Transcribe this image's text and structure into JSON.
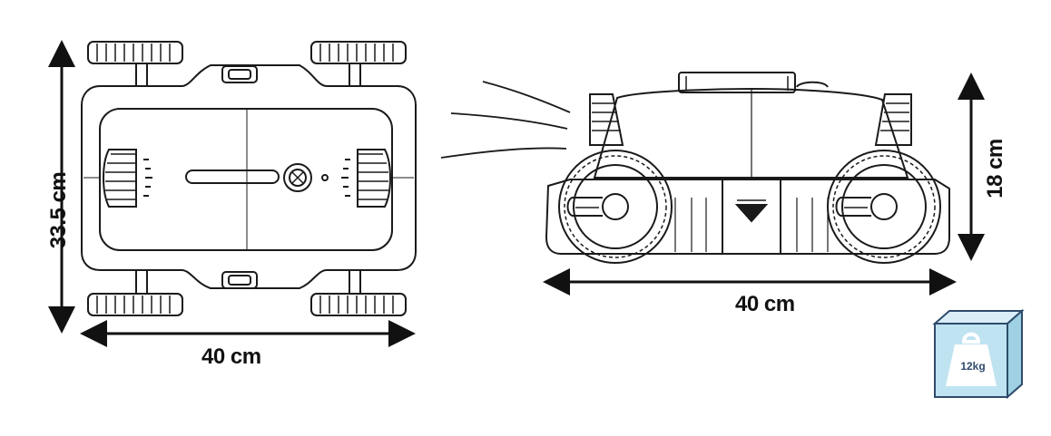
{
  "dimensions": {
    "top_view_width": "40 cm",
    "top_view_depth": "33.5 cm",
    "side_view_width": "40 cm",
    "side_view_height": "18 cm"
  },
  "weight": {
    "label": "12kg",
    "icon": "weight-box-icon",
    "box_color": "#bfe3f1",
    "weight_color": "#ffffff"
  },
  "colors": {
    "line": "#1a1a1a",
    "arrow": "#111111"
  }
}
